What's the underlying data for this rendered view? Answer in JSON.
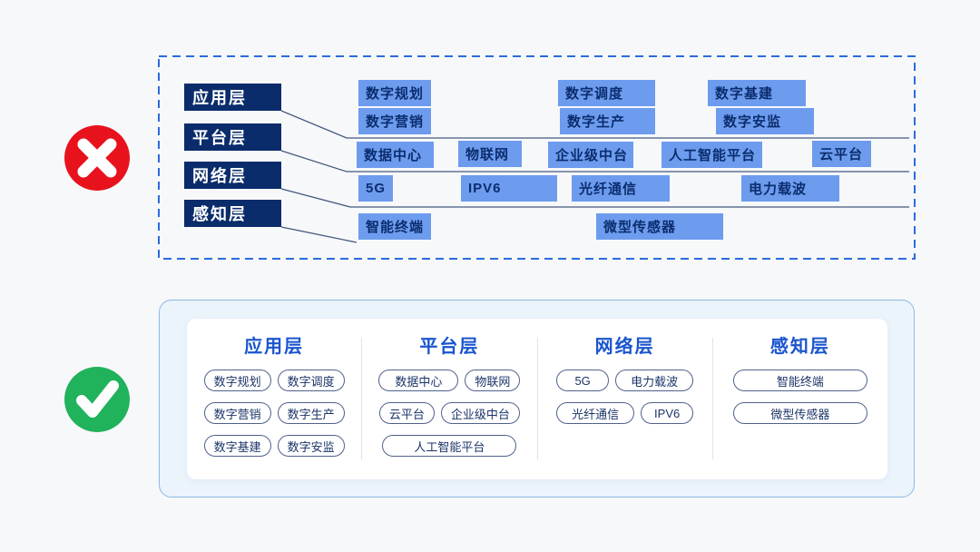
{
  "colors": {
    "page_background": "#f7f8fa",
    "dashed_border_blue": "#2b6be0",
    "layer_tag_navy": "#0a2c6b",
    "tech_box_blue": "#6d9cee",
    "connector_line": "#44587e",
    "error_red": "#e8121d",
    "success_green": "#21b25c",
    "good_panel_background": "#ebf3fb",
    "good_panel_border": "#8cbae6",
    "column_title_blue": "#1a55ce",
    "pill_border": "#51618d",
    "pill_text_navy": "#1c3568"
  },
  "bad_example": {
    "status_icon": "x-circle-icon",
    "layer_labels": [
      "应用层",
      "平台层",
      "网络层",
      "感知层"
    ],
    "rows": [
      [
        "数字规划",
        "数字调度",
        "数字基建"
      ],
      [
        "数字营销",
        "数字生产",
        "数字安监"
      ],
      [
        "数据中心",
        "物联网",
        "企业级中台",
        "人工智能平台",
        "云平台"
      ],
      [
        "5G",
        "IPV6",
        "光纤通信",
        "电力载波"
      ],
      [
        "智能终端",
        "微型传感器"
      ]
    ]
  },
  "good_example": {
    "status_icon": "check-circle-icon",
    "columns": [
      {
        "title": "应用层",
        "items": [
          "数字规划",
          "数字调度",
          "数字营销",
          "数字生产",
          "数字基建",
          "数字安监"
        ]
      },
      {
        "title": "平台层",
        "items": [
          "数据中心",
          "物联网",
          "云平台",
          "企业级中台",
          "人工智能平台"
        ]
      },
      {
        "title": "网络层",
        "items": [
          "5G",
          "电力载波",
          "光纤通信",
          "IPV6"
        ]
      },
      {
        "title": "感知层",
        "items": [
          "智能终端",
          "微型传感器"
        ]
      }
    ]
  }
}
